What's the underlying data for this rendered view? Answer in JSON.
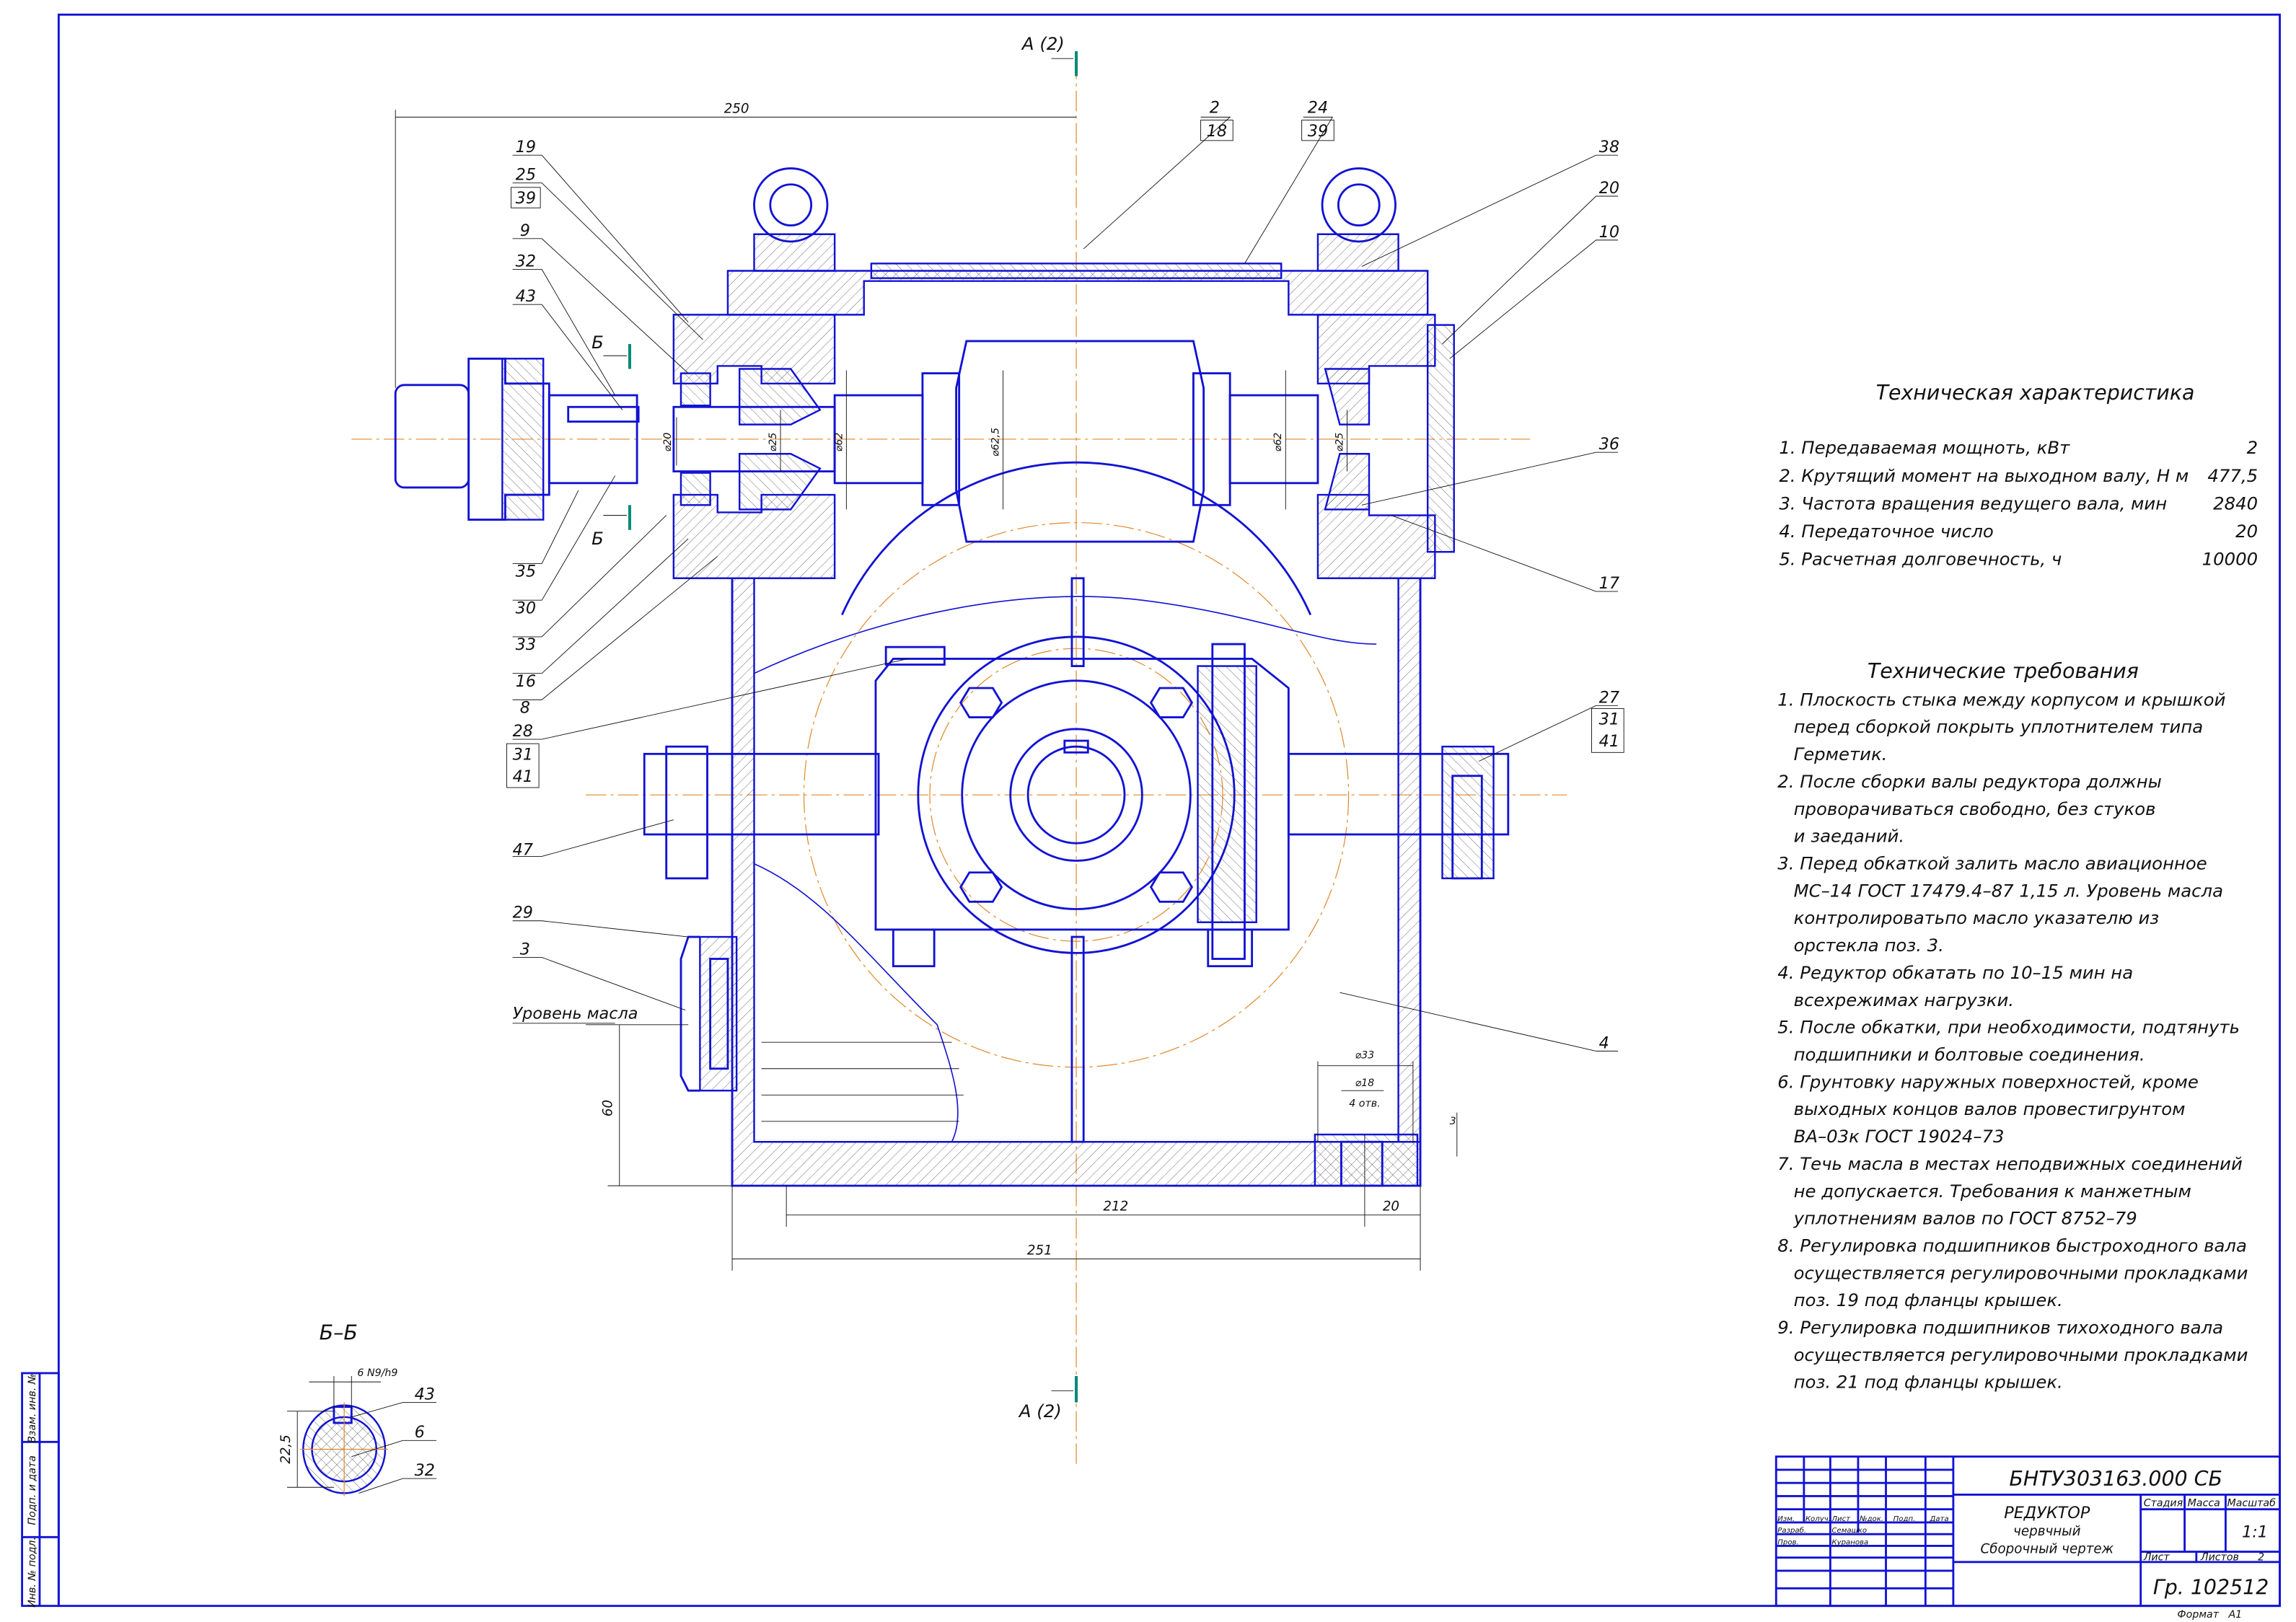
{
  "section_marks": {
    "a_top": "А (2)",
    "a_bottom": "А (2)",
    "b_top": "Б",
    "b_bottom": "Б",
    "bb_title": "Б–Б"
  },
  "callouts": {
    "c19": "19",
    "c25": "25",
    "c39a": "39",
    "c9": "9",
    "c32": "32",
    "c43": "43",
    "c35": "35",
    "c30": "30",
    "c33": "33",
    "c16": "16",
    "c8": "8",
    "c28": "28",
    "c31a": "31",
    "c41a": "41",
    "c47": "47",
    "c29": "29",
    "c3": "3",
    "c2": "2",
    "c18": "18",
    "c24": "24",
    "c39b": "39",
    "c38": "38",
    "c20": "20",
    "c10": "10",
    "c36": "36",
    "c17": "17",
    "c27": "27",
    "c31b": "31",
    "c41b": "41",
    "c4": "4"
  },
  "dimensions": {
    "d250": "250",
    "d212": "212",
    "d251": "251",
    "d20": "20",
    "d60": "60",
    "d33": "⌀33",
    "d18": "⌀18",
    "holes": "4 отв.",
    "d3": "3",
    "shaft20": "⌀20",
    "shaft25": "⌀25",
    "bore62": "⌀62",
    "worm": "⌀62,5",
    "bore62r": "⌀62",
    "shaft25r": "⌀25"
  },
  "oil_level_label": "Уровень масла",
  "section_bb": {
    "key_fit": "6 N9/h9",
    "dim": "22,5",
    "c43": "43",
    "c6": "6",
    "c32": "32"
  },
  "tech_characteristics": {
    "title": "Техническая характеристика",
    "items": [
      {
        "label": "1. Передаваемая мощнoть, кВт",
        "value": "2"
      },
      {
        "label": "2. Крутящий момент на выходном валу, Н м",
        "value": "477,5"
      },
      {
        "label": "3. Частота вращения ведущего вала, мин",
        "value": "2840"
      },
      {
        "label": "4. Передаточное число",
        "value": "20"
      },
      {
        "label": "5. Расчетная долговечность, ч",
        "value": "10000"
      }
    ]
  },
  "tech_requirements": {
    "title": "Технические требования",
    "lines": [
      "1. Плоскость стыка между корпусом и крышкой",
      "перед сборкой покрыть уплотнителем типа",
      "Герметик.",
      "2. После сборки валы редуктора должны",
      "проворачиваться свободно, без стуков",
      "и заеданий.",
      "3. Перед обкаткой залить масло авиационное",
      "МС–14 ГОСТ 17479.4–87 1,15 л. Уровень масла",
      "контролироватьпо масло указателю из",
      "орстекла поз. 3.",
      "4. Редуктор обкатать по 10–15 мин на",
      "всехрежимах нагрузки.",
      "5. После обкатки, при необходимости, подтянуть",
      "подшипники и болтовые соединения.",
      "6. Грунтовку наружных поверхностей, кроме",
      "выходных концов валов провестигрунтом",
      "ВА–03к ГОСТ 19024–73",
      "7. Течь масла в местах неподвижных соединений",
      "не допускается. Требования к манжетным",
      "уплотнениям валов по ГОСТ 8752–79",
      "8. Регулировка подшипников быстроходного вала",
      "осуществляется регулировочными прокладками",
      "поз. 19 под фланцы крышек.",
      "9. Регулировка подшипников тихоходного вала",
      "осуществляется регулировочными прокладками",
      "поз. 21 под фланцы крышек."
    ]
  },
  "title_block": {
    "designation": "БНТУ303163.000 СБ",
    "name_line1": "РЕДУКТОР",
    "name_line2": "червчный",
    "name_line3": "Сборочный чертеж",
    "col_izm": "Изм.",
    "col_kol": "Колуч.",
    "col_list": "Лист",
    "col_doc": "№док.",
    "col_podp": "Подп.",
    "col_date": "Дата",
    "role_dev": "Разраб.",
    "dev_name": "Семашко",
    "role_check": "Пров.",
    "check_name": "Куранова",
    "stage_label": "Стадия",
    "mass_label": "Масса",
    "scale_label": "Масштаб",
    "scale_value": "1:1",
    "sheet_label": "Лист",
    "sheets_label": "Листов",
    "sheets_value": "2",
    "group": "Гр. 102512",
    "format_label": "Формат",
    "format_value": "А1"
  },
  "side_stamp": {
    "inv_replace": "Взам. инв. №",
    "sign_date": "Подп. и дата",
    "inv_orig": "Инв. № подл."
  },
  "colors": {
    "outline": "#1212d4",
    "centerline": "#e0892a",
    "section_mark": "#0a8a7a"
  }
}
